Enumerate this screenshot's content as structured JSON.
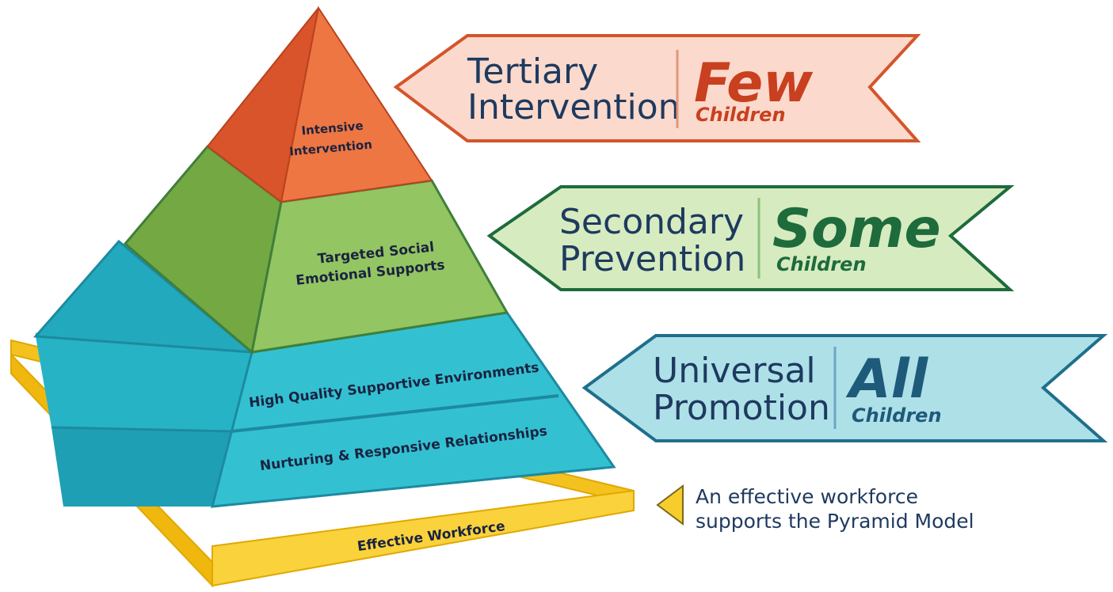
{
  "pyramid": {
    "tiers": [
      {
        "label_lines": [
          "Intensive",
          "Intervention"
        ],
        "color": "#e9643a"
      },
      {
        "label_lines": [
          "Targeted Social",
          "Emotional Supports"
        ],
        "color": "#8cc05a"
      },
      {
        "label_lines": [
          "High Quality Supportive Environments"
        ],
        "color": "#2bb8c8"
      },
      {
        "label_lines": [
          "Nurturing & Responsive Relationships"
        ],
        "color": "#2bb8c8"
      }
    ],
    "base": {
      "label": "Effective Workforce",
      "color": "#f7cd2e"
    }
  },
  "banners": [
    {
      "line1": "Tertiary",
      "line2": "Intervention",
      "big": "Few",
      "small": "Children",
      "fill": "#fbd9cc",
      "stroke": "#d4552b",
      "accent": "#c8401f"
    },
    {
      "line1": "Secondary",
      "line2": "Prevention",
      "big": "Some",
      "small": "Children",
      "fill": "#d6ebc0",
      "stroke": "#1e6b3c",
      "accent": "#1e6b3c"
    },
    {
      "line1": "Universal",
      "line2": "Promotion",
      "big": "All",
      "small": "Children",
      "fill": "#aee0e8",
      "stroke": "#1f6f8c",
      "accent": "#1e5a7a"
    }
  ],
  "note": {
    "line1": "An effective workforce",
    "line2": "supports the Pyramid Model",
    "marker_color": "#f7cd2e"
  }
}
